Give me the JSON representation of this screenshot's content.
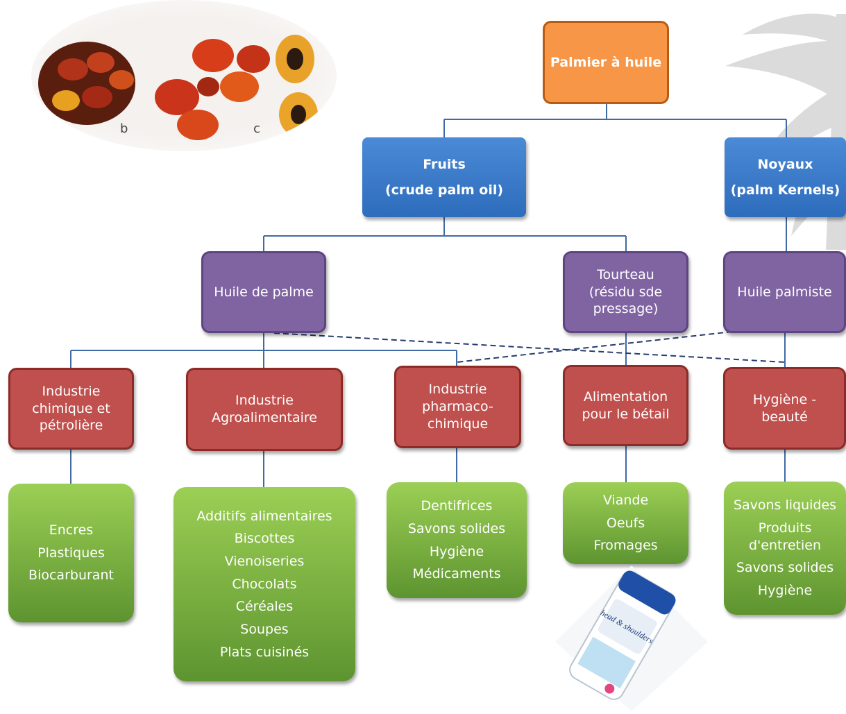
{
  "photo": {
    "labels": [
      "b",
      "c"
    ]
  },
  "root": {
    "label": "Palmier à huile"
  },
  "level1": [
    {
      "title": "Fruits",
      "subtitle": "(crude palm oil)"
    },
    {
      "title": "Noyaux",
      "subtitle": "(palm Kernels)"
    }
  ],
  "level2": [
    {
      "lines": [
        "Huile de palme"
      ]
    },
    {
      "lines": [
        "Tourteau",
        "(résidu sde",
        "pressage)"
      ]
    },
    {
      "lines": [
        "Huile  palmiste"
      ]
    }
  ],
  "industries": [
    {
      "lines": [
        "Industrie",
        "chimique et",
        "pétrolière"
      ]
    },
    {
      "lines": [
        "Industrie",
        "Agroalimentaire"
      ]
    },
    {
      "lines": [
        "Industrie",
        "pharmaco-",
        "chimique"
      ]
    },
    {
      "lines": [
        "Alimentation",
        "pour le bétail"
      ]
    },
    {
      "lines": [
        "Hygiène -",
        "beauté"
      ]
    }
  ],
  "products": [
    {
      "items": [
        "Encres",
        "Plastiques",
        "Biocarburant"
      ]
    },
    {
      "items": [
        "Additifs  alimentaires",
        "Biscottes",
        "Vienoiseries",
        "Chocolats",
        "Céréales",
        "Soupes",
        "Plats cuisinés"
      ]
    },
    {
      "items": [
        "Dentifrices",
        "Savons solides",
        "Hygiène",
        "Médicaments"
      ]
    },
    {
      "items": [
        "Viande",
        "Oeufs",
        "Fromages"
      ]
    },
    {
      "items": [
        "Savons liquides",
        "Produits d'entretien",
        "Savons solides",
        "Hygiène"
      ]
    }
  ],
  "shampoo": {
    "logo_text": "head & shoulders"
  },
  "colors": {
    "root": "#f79646",
    "level1": "#3a7bc8",
    "level2": "#8064a2",
    "industry": "#c0504d",
    "product": "#7fb244",
    "connector": "#3f6aa6"
  }
}
